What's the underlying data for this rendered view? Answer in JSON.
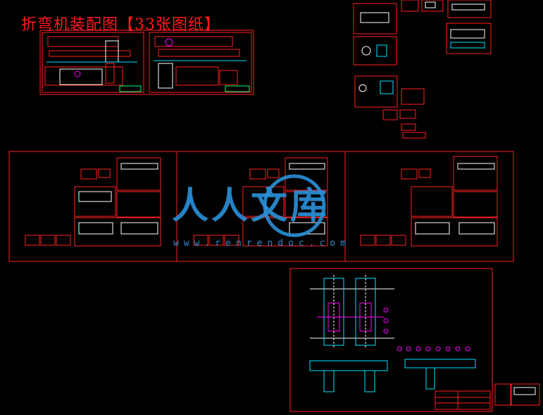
{
  "title": "折弯机装配图【33张图纸】",
  "watermark": {
    "text": "人人文库",
    "url": "www.renrendoc.com",
    "color": "#2a8fd6"
  },
  "colors": {
    "background": "#000000",
    "frame": "#ff2020",
    "linework_cyan": "#00e5ff",
    "linework_magenta": "#ff00ff",
    "linework_white": "#ffffff",
    "linework_green": "#00ff66"
  }
}
